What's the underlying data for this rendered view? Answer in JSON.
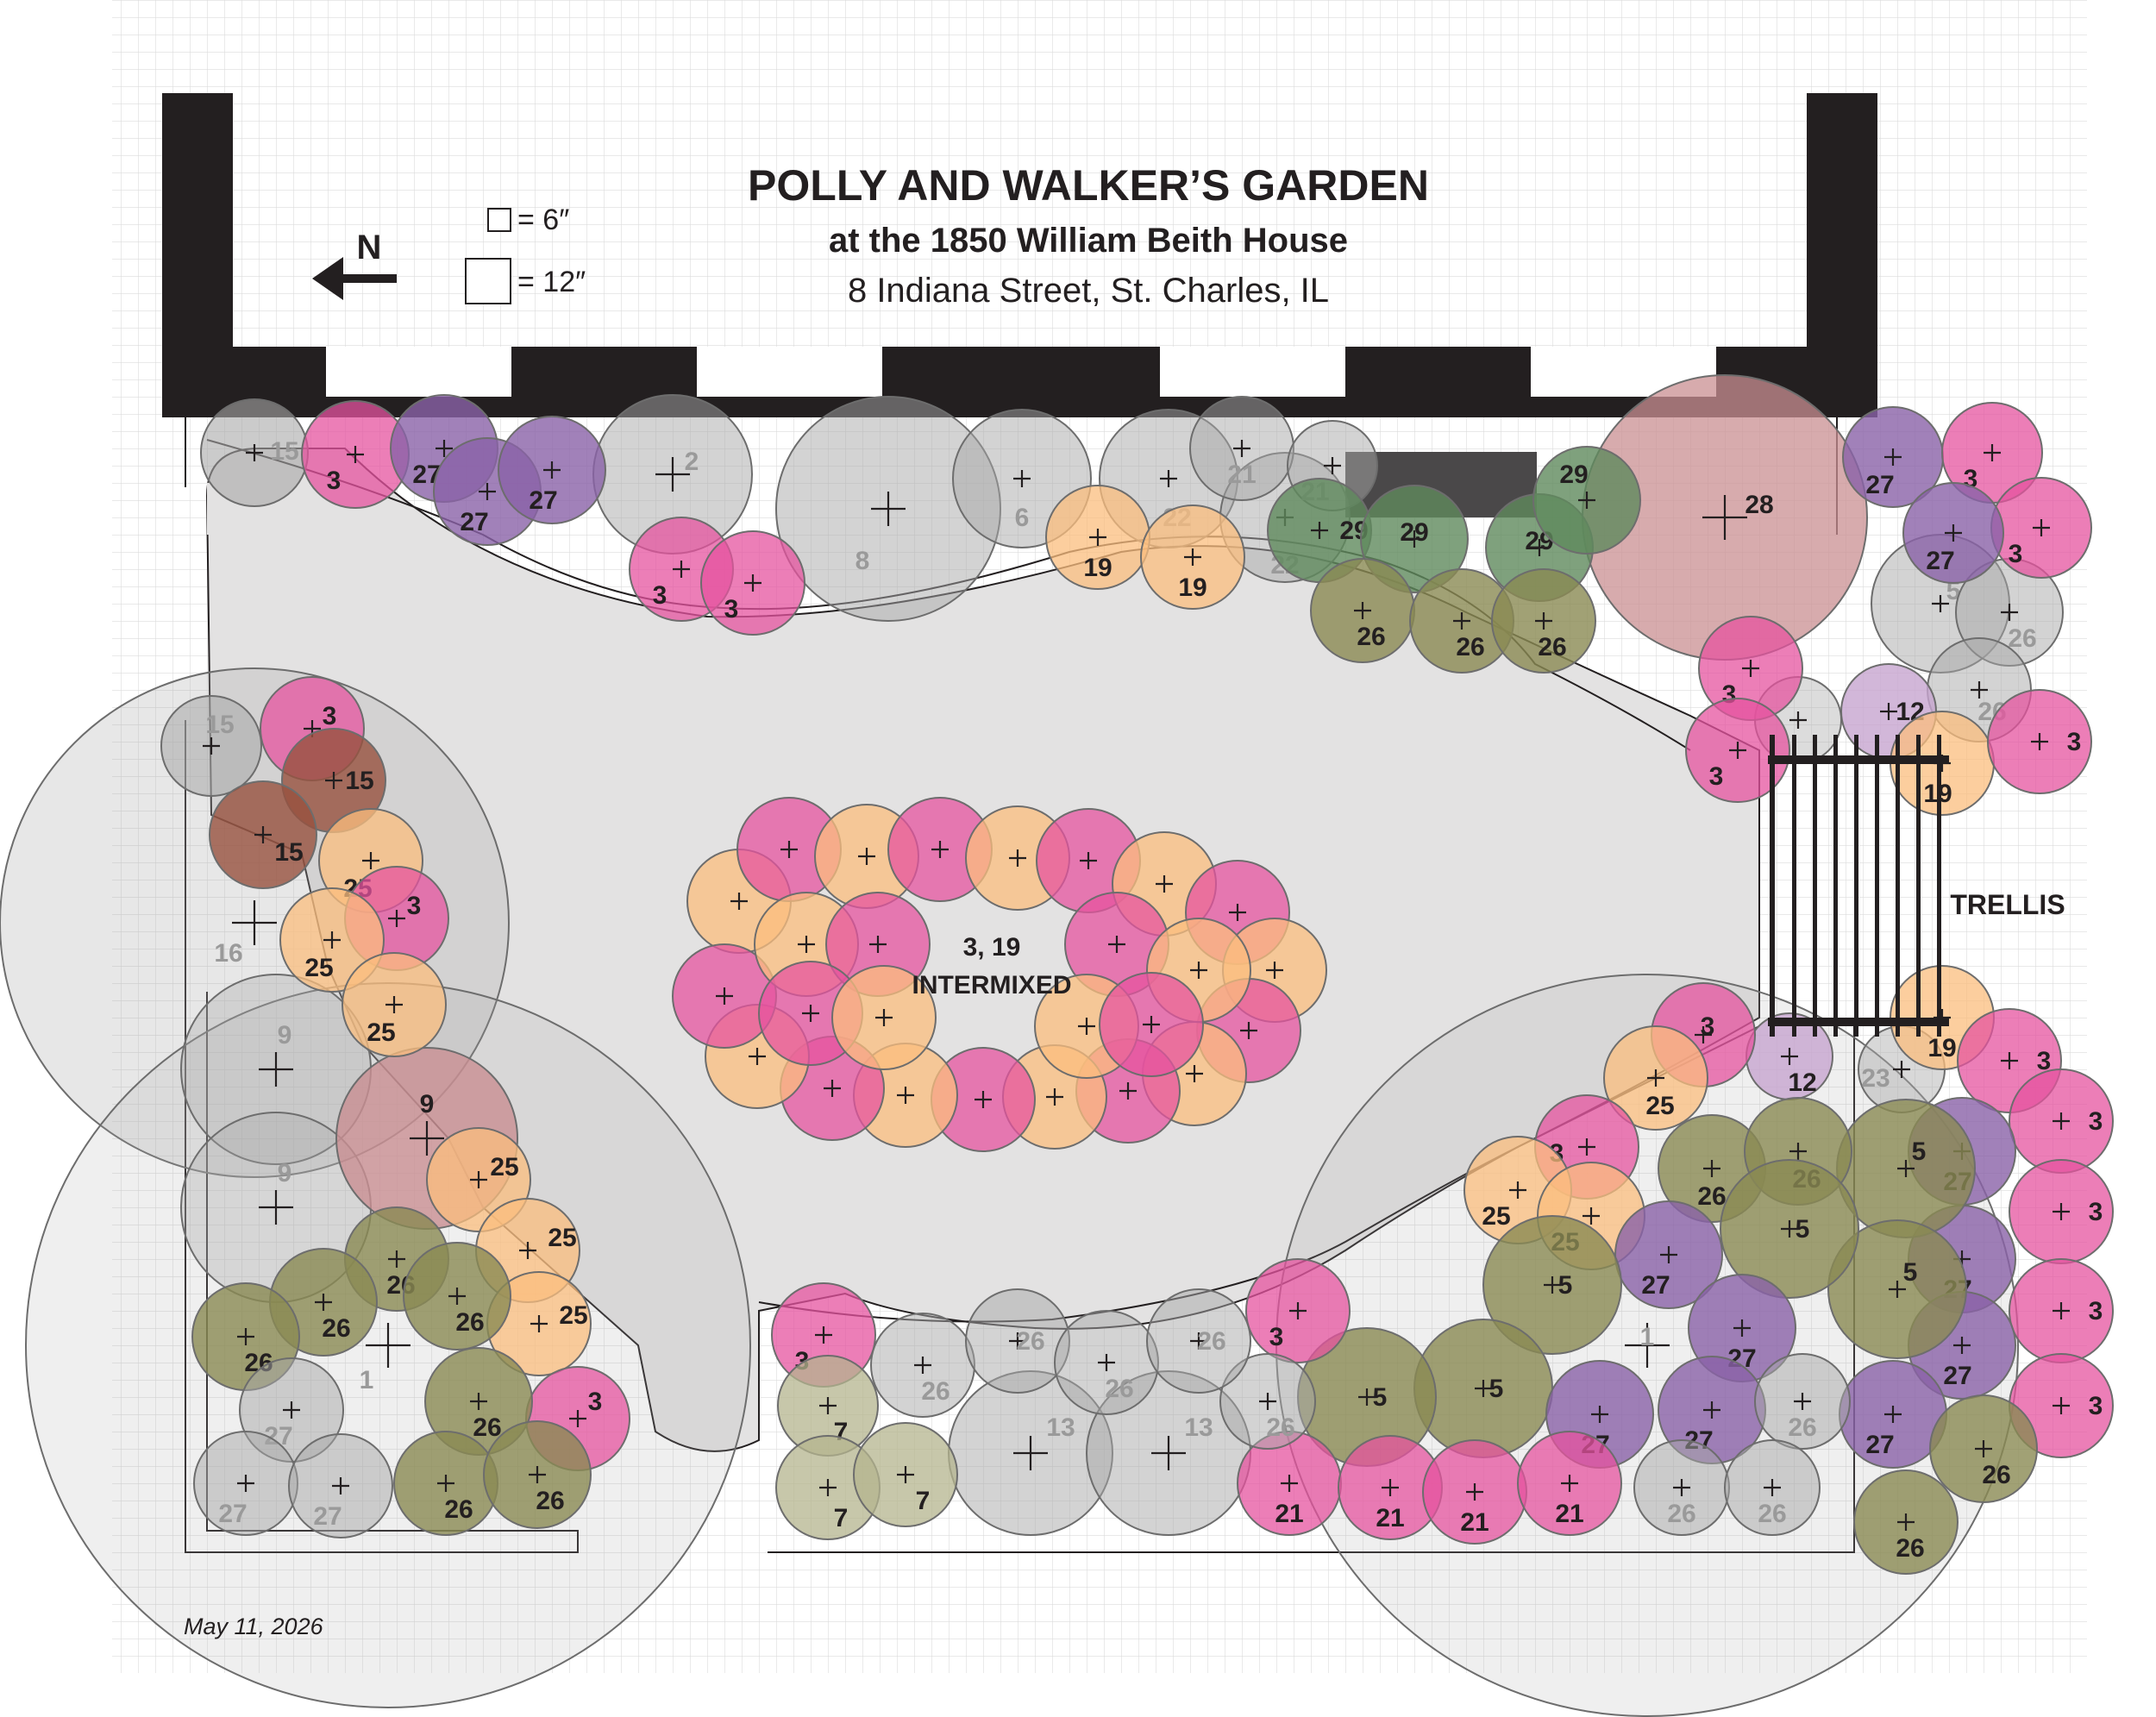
{
  "title": "POLLY AND WALKER’S GARDEN",
  "subtitle": "at the 1850 William Beith House",
  "address": "8 Indiana Street, St. Charles, IL",
  "date": "May 11, 2026",
  "north_label": "N",
  "scale_small": "= 6″",
  "scale_large": "= 12″",
  "trellis_label": "TRELLIS",
  "center_bed_label_1": "3, 19",
  "center_bed_label_2": "INTERMIXED",
  "colors": {
    "pink": "#e6539f",
    "orange": "#fbbe7e",
    "purple": "#8a62a8",
    "olive": "#8a8a52",
    "khaki": "#b4b48e",
    "green": "#5f8a5c",
    "gray": "#a8a8a8",
    "rose": "#c98f92",
    "brown": "#97513f",
    "lavender": "#c7a5cf",
    "lawn": "#e3e2e2",
    "wall": "#231f20"
  }
}
